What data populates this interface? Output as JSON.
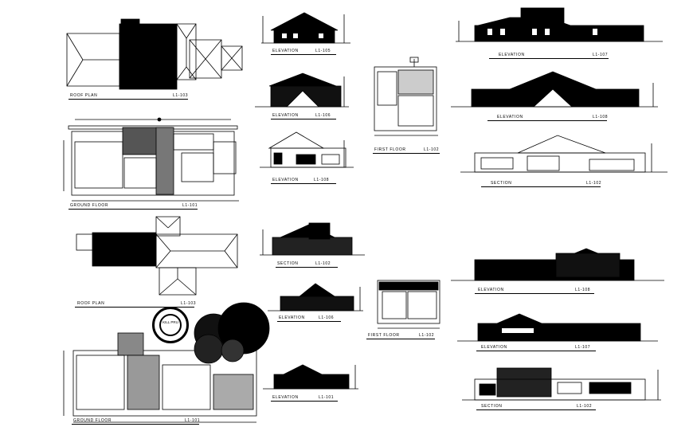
{
  "sheet": {
    "labels": {
      "roof_plan_1": "ROOF PLAN",
      "roof_plan_1_code": "L1-103",
      "ground_floor_1": "GROUND FLOOR",
      "ground_floor_1_code": "L1-101",
      "roof_plan_2": "ROOF PLAN",
      "roof_plan_2_code": "L1-103",
      "ground_floor_2": "GROUND FLOOR",
      "ground_floor_2_code": "L1-101",
      "elev_a": "ELEVATION",
      "elev_a_code": "L1-105",
      "elev_b": "ELEVATION",
      "elev_b_code": "L1-106",
      "elev_c": "ELEVATION",
      "elev_c_code": "L1-108",
      "section_a": "SECTION",
      "section_a_code": "L1-102",
      "elev_d": "ELEVATION",
      "elev_d_code": "L1-106",
      "elev_e": "ELEVATION",
      "elev_e_code": "L1-101",
      "first_floor_1": "FIRST FLOOR",
      "first_floor_1_code": "L1-102",
      "first_floor_2": "FIRST FLOOR",
      "first_floor_2_code": "L1-102",
      "elev_f": "ELEVATION",
      "elev_f_code": "L1-107",
      "elev_g": "ELEVATION",
      "elev_g_code": "L1-108",
      "section_b": "SECTION",
      "section_b_code": "L1-102",
      "elev_h": "ELEVATION",
      "elev_h_code": "L1-108",
      "elev_i": "ELEVATION",
      "elev_i_code": "L1-107",
      "section_c": "SECTION",
      "section_c_code": "L1-102"
    },
    "badge_text": "KILL PRU",
    "colors": {
      "ink": "#000000",
      "paper": "#ffffff"
    }
  }
}
